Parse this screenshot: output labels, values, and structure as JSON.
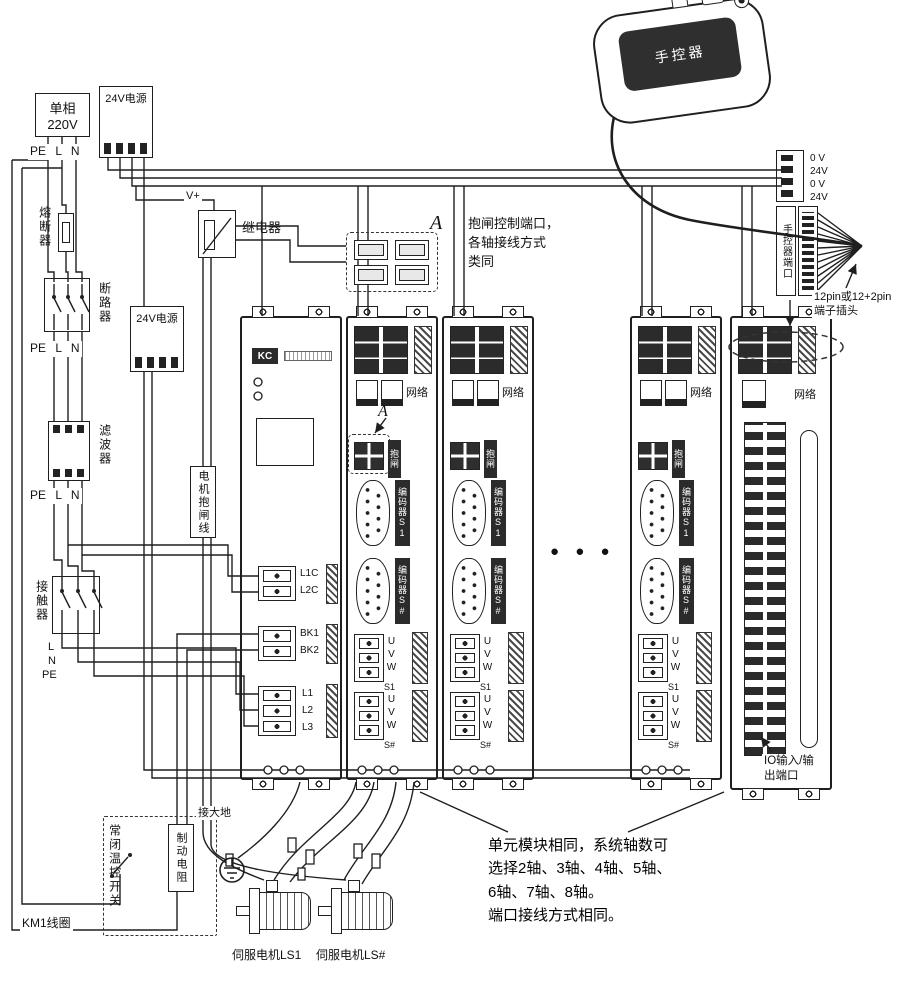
{
  "left": {
    "single_phase": "单相\n220V",
    "peln_top": "PE L N",
    "psu24_top": "24V电源",
    "fuse": "熔断器",
    "breaker": "断路器",
    "peln_mid": "PE L N",
    "filter": "滤波器",
    "peln_bot": "PE L N",
    "psu24_mid": "24V电源",
    "contactor": "接触器",
    "l": "L",
    "n": "N",
    "pe": "PE",
    "km1": "KM1线圈",
    "vplus": "V+",
    "relay": "继电器",
    "brake_wire": "电机抱闸线"
  },
  "detail": {
    "marker_a": "A",
    "brake_note": "抱闸控制端口，\n各轴接线方式\n类同"
  },
  "hc": {
    "label": "手控器",
    "port": "手控器端口",
    "t0": "0 V",
    "t1": "24V",
    "t2": "0 V",
    "t3": "24V",
    "pin_note": "12pin或12+2pin\n端子插头"
  },
  "pm": {
    "logo": "KC",
    "l1c": "L1C",
    "l2c": "L2C",
    "bk1": "BK1",
    "bk2": "BK2",
    "l1": "L1",
    "l2": "L2",
    "l3": "L3"
  },
  "axis": {
    "network": "网络",
    "marker_a": "A",
    "brake": "抱闸",
    "enc1": "编码器S1",
    "enc2": "编码器S#",
    "uvw": "UVW",
    "s1": "S1",
    "s2": "S#",
    "dots": "● ● ●"
  },
  "io": {
    "network": "网络",
    "note": "IO输入/输\n出端口"
  },
  "bottom": {
    "thermal": "常闭温控开关",
    "resistor": "制动电阻",
    "ground": "接大地",
    "motor1": "伺服电机LS1",
    "motor2": "伺服电机LS#",
    "unit_note": "单元模块相同，系统轴数可\n选择2轴、3轴、4轴、5轴、\n6轴、7轴、8轴。\n端口接线方式相同。"
  }
}
